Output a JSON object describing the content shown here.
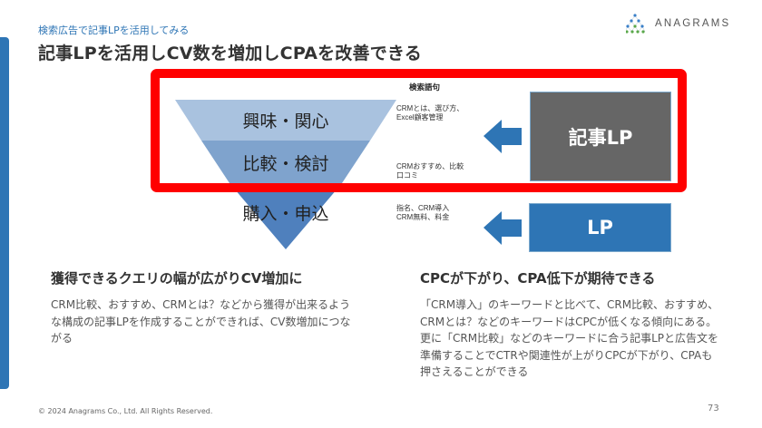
{
  "header": {
    "breadcrumb": "検索広告で記事LPを活用してみる",
    "title": "記事LPを活用しCV数を増加しCPAを改善できる",
    "logo_text": "ANAGRAMS"
  },
  "colors": {
    "accent_blue": "#2e75b5",
    "highlight_red": "#ff0000",
    "article_box_gray": "#666666",
    "funnel_top": "#a9c2df",
    "funnel_middle": "#7fa3cd",
    "funnel_bottom": "#4f80bd"
  },
  "diagram": {
    "funnel_stages": [
      {
        "label": "興味・関心"
      },
      {
        "label": "比較・検討"
      },
      {
        "label": "購入・申込"
      }
    ],
    "keyword_header": "検索語句",
    "keywords": [
      {
        "line1": "CRMとは、選び方、",
        "line2": "Excel顧客管理"
      },
      {
        "line1": "CRMおすすめ、比較",
        "line2": "口コミ"
      },
      {
        "line1": "指名、CRM導入",
        "line2": "CRM無料、料金"
      }
    ],
    "article_lp_label": "記事LP",
    "lp_label": "LP"
  },
  "sections": {
    "left": {
      "heading": "獲得できるクエリの幅が広がりCV増加に",
      "body": "CRM比較、おすすめ、CRMとは？などから獲得が出来るような構成の記事LPを作成することができれば、CV数増加につながる"
    },
    "right": {
      "heading": "CPCが下がり、CPA低下が期待できる",
      "body": "「CRM導入」のキーワードと比べて、CRM比較、おすすめ、CRMとは？などのキーワードはCPCが低くなる傾向にある。更に「CRM比較」などのキーワードに合う記事LPと広告文を準備することでCTRや関連性が上がりCPCが下がり、CPAも押さえることができる"
    }
  },
  "footer": {
    "copyright": "© 2024 Anagrams Co., Ltd. All Rights Reserved.",
    "page_number": "73"
  }
}
